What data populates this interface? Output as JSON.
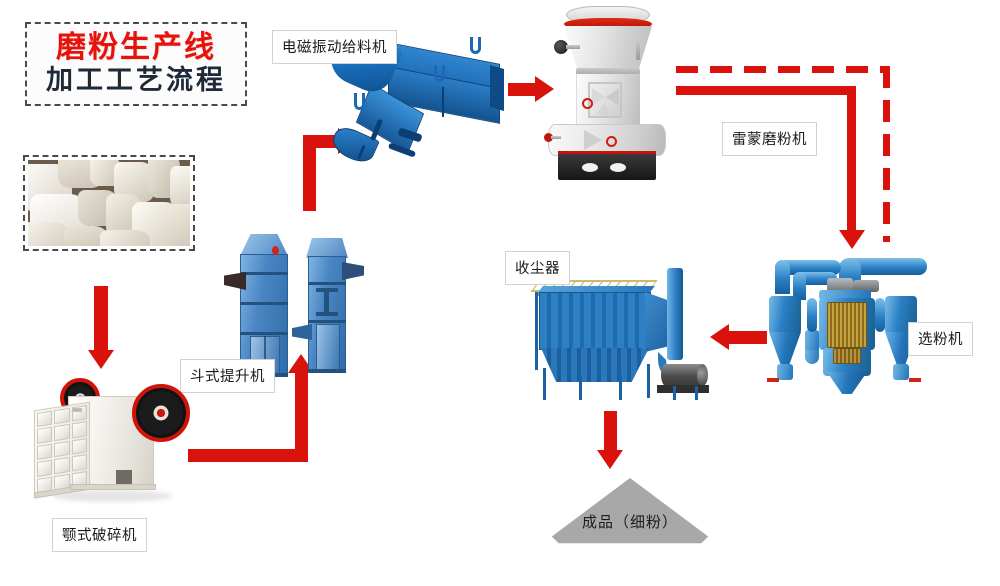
{
  "diagram": {
    "title_line1": "磨粉生产线",
    "title_line2": "加工工艺流程",
    "accent_red": "#d9130b",
    "machine_blue": "#2a7fc5",
    "machine_grey": "#d8d8d8"
  },
  "photo": {
    "caption": "",
    "alt_name": "limestone-rock-photo"
  },
  "labels": {
    "feeder": "电磁振动给料机",
    "mill": "雷蒙磨粉机",
    "elevator": "斗式提升机",
    "crusher": "颚式破碎机",
    "collector": "收尘器",
    "classifier": "选粉机",
    "product": "成品（细粉）"
  },
  "flow": [
    {
      "from": "raw-material-photo",
      "to": "jaw-crusher",
      "style": "solid",
      "direction": "down"
    },
    {
      "from": "jaw-crusher",
      "to": "bucket-elevator",
      "style": "solid",
      "direction": "right-up"
    },
    {
      "from": "bucket-elevator",
      "to": "vibrating-feeder",
      "style": "solid",
      "direction": "up-right"
    },
    {
      "from": "vibrating-feeder",
      "to": "raymond-mill",
      "style": "solid",
      "direction": "right"
    },
    {
      "from": "raymond-mill",
      "to": "powder-classifier",
      "style": "solid",
      "direction": "right-down"
    },
    {
      "from": "powder-classifier",
      "to": "raymond-mill",
      "style": "dashed",
      "direction": "return-loop"
    },
    {
      "from": "powder-classifier",
      "to": "dust-collector",
      "style": "solid",
      "direction": "left"
    },
    {
      "from": "dust-collector",
      "to": "finished-product",
      "style": "solid",
      "direction": "down"
    }
  ]
}
